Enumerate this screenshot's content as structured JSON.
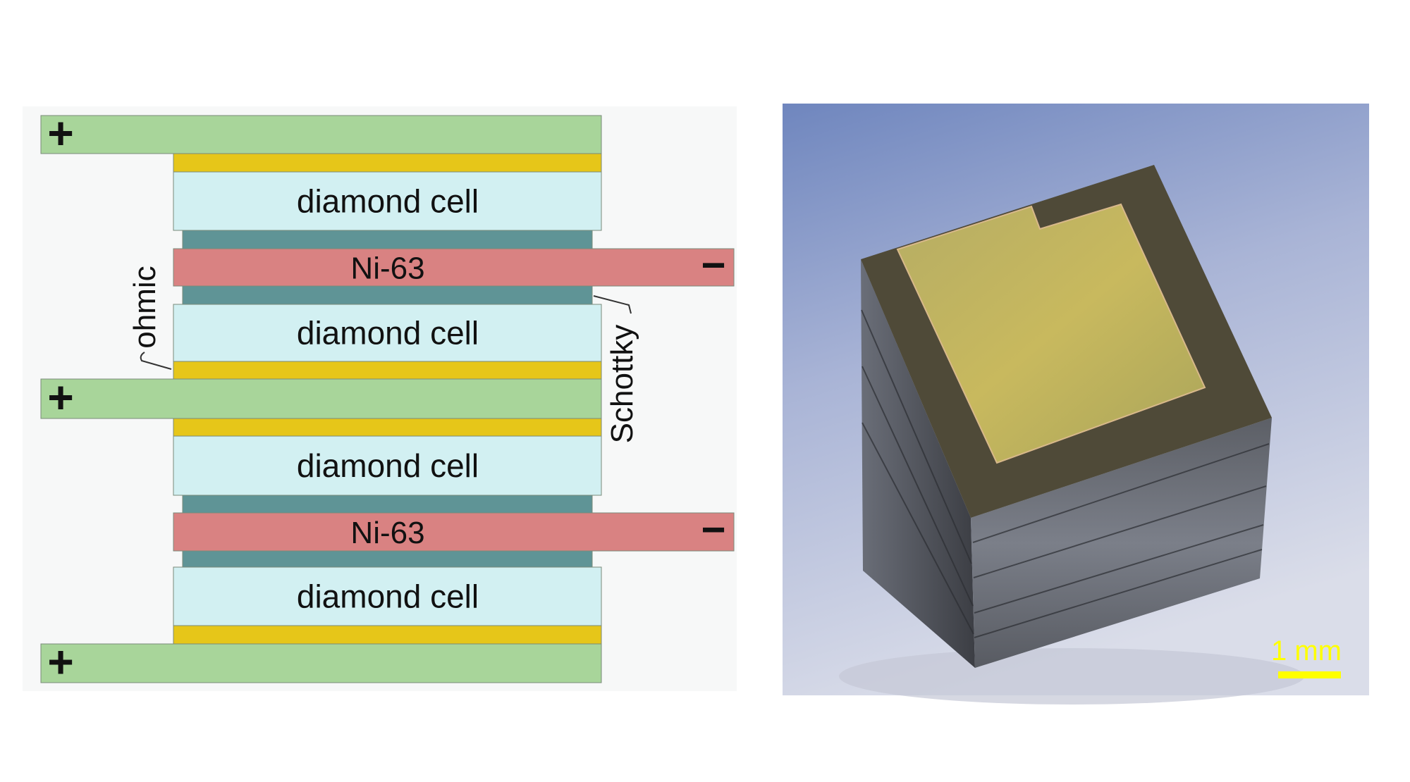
{
  "diagram": {
    "layers": {
      "diamond_cell_label": "diamond cell",
      "ni63_label": "Ni-63",
      "plus_sign": "+",
      "minus_sign": "−"
    },
    "annotations": {
      "ohmic": "ohmic",
      "schottky": "Schottky"
    },
    "colors": {
      "electrode_green": "#a8d59a",
      "contact_yellow": "#e6c619",
      "diamond_cyan": "#d2f0f2",
      "teal": "#5f9496",
      "ni63_red": "#d98282"
    }
  },
  "photo": {
    "scale_bar_label": "1 mm",
    "scale_bar_color": "#ffff00"
  }
}
